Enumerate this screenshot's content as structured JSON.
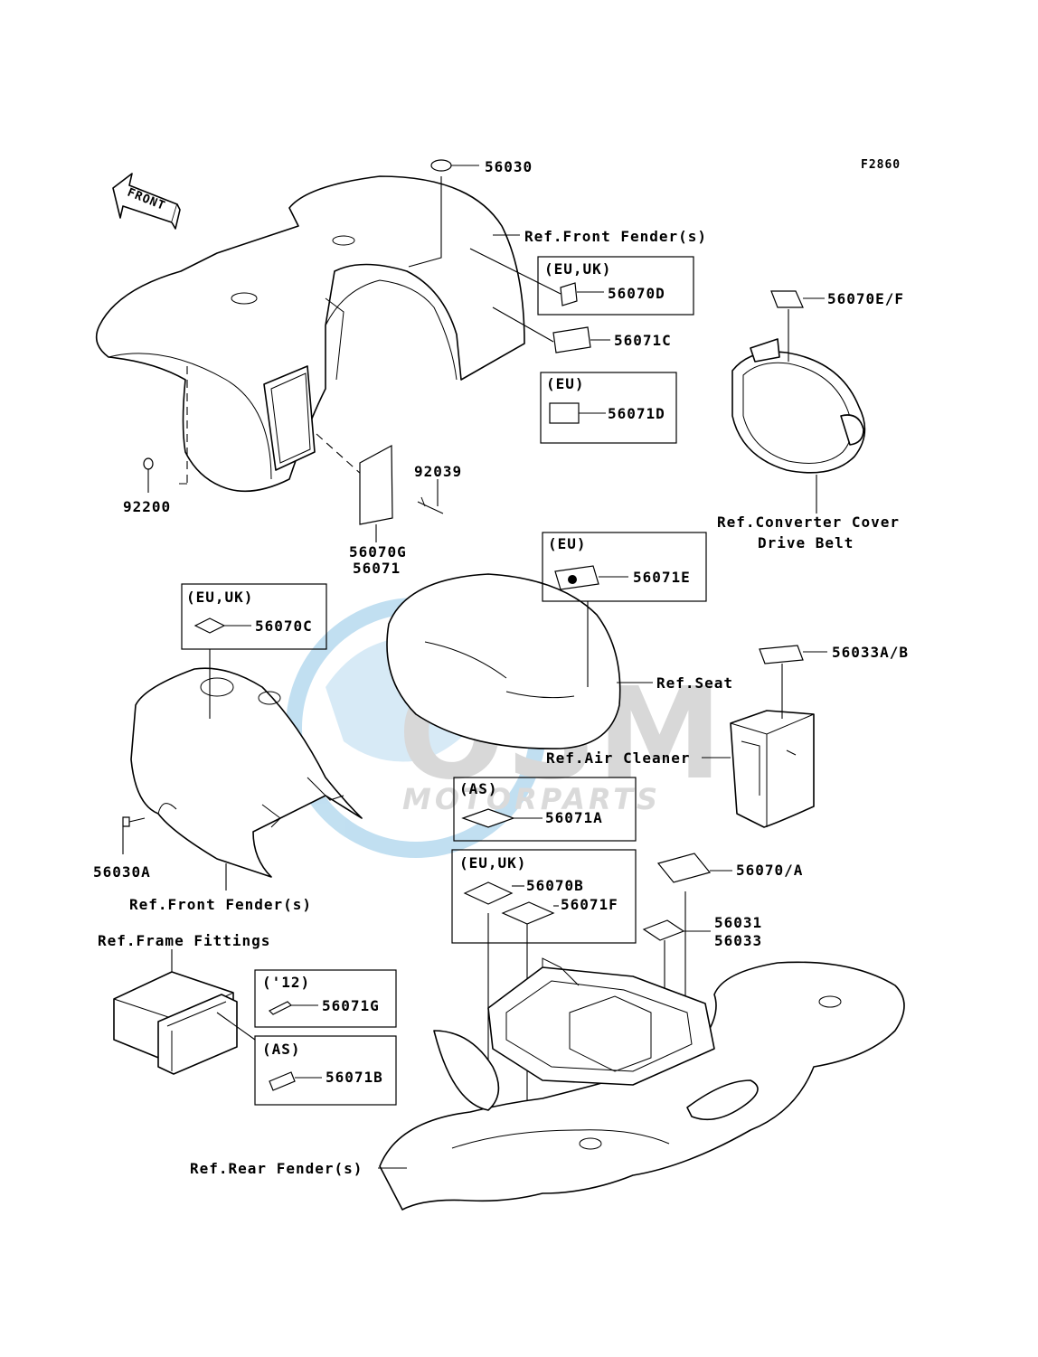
{
  "figure_code": "F2860",
  "front_marker": "FRONT",
  "watermark": {
    "brand": "OSM",
    "sub": "MOTORPARTS"
  },
  "qualifiers": {
    "eu_uk_a": "(EU,UK)",
    "eu_a": "(EU)",
    "eu_b": "(EU)",
    "eu_uk_b": "(EU,UK)",
    "as_a": "(AS)",
    "eu_uk_c": "(EU,UK)",
    "y12": "('12)",
    "as_b": "(AS)"
  },
  "parts": {
    "p56030": "56030",
    "p56070D": "56070D",
    "p56071C": "56071C",
    "p56071D": "56071D",
    "p56070EF": "56070E/F",
    "p92039": "92039",
    "p92200": "92200",
    "p56070G": "56070G",
    "p56071": "56071",
    "p56071E": "56071E",
    "p56070C": "56070C",
    "p56033AB": "56033A/B",
    "p56071A": "56071A",
    "p56030A": "56030A",
    "p56070B": "56070B",
    "p56071F": "56071F",
    "p56070A": "56070/A",
    "p56031": "56031",
    "p56033": "56033",
    "p56071G": "56071G",
    "p56071B": "56071B"
  },
  "refs": {
    "front_fender_top": "Ref.Front Fender(s)",
    "converter_1": "Ref.Converter Cover",
    "converter_2": "Drive Belt",
    "seat": "Ref.Seat",
    "air_cleaner": "Ref.Air Cleaner",
    "front_fender_mid": "Ref.Front Fender(s)",
    "frame_fittings": "Ref.Frame Fittings",
    "rear_fender": "Ref.Rear Fender(s)"
  }
}
